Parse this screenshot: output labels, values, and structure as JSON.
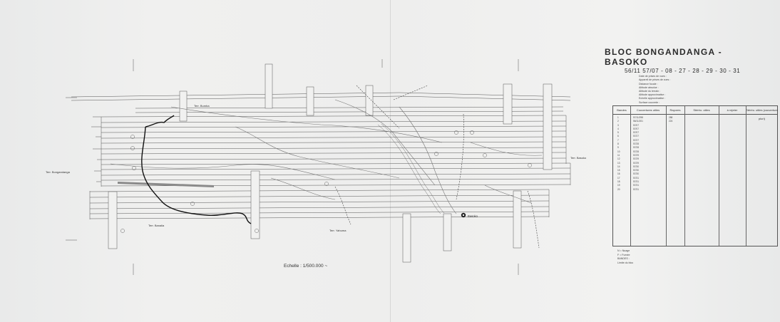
{
  "map": {
    "title": "BLOC BONGANDANGA - BASOKO",
    "subtitle": "56/11     57/07 - 08 - 27 - 28 - 29 - 30 - 31",
    "meta_lines": [
      "Date de prises de vues :",
      "Appareil de prises de vues :",
      "Distance focale :",
      "Altitude absolue :",
      "Altitude du terrain :",
      "Altitude approximative :",
      "Echelle approximative :",
      "Surface couverte :"
    ],
    "scale_label": "Echelle : 1/500.000 ~",
    "table_headers": [
      "Bandes",
      "Couvertures utiles",
      "Rayures",
      "Stéréo. utiles",
      "à rejeter",
      "Stéréo. utiles (couverture pluri)"
    ],
    "table_rows": [
      [
        "1",
        "57/11/298",
        "288",
        "",
        "",
        ""
      ],
      [
        "2",
        "56/11/201",
        "224",
        "",
        "",
        ""
      ],
      [
        "3",
        "57/07",
        "",
        "",
        "",
        ""
      ],
      [
        "4",
        "57/07",
        "",
        "",
        "",
        ""
      ],
      [
        "5",
        "57/07",
        "",
        "",
        "",
        ""
      ],
      [
        "6",
        "57/27",
        "",
        "",
        "",
        ""
      ],
      [
        "7",
        "57/27",
        "",
        "",
        "",
        ""
      ],
      [
        "8",
        "57/28",
        "",
        "",
        "",
        ""
      ],
      [
        "9",
        "57/28",
        "",
        "",
        "",
        ""
      ],
      [
        "10",
        "57/28",
        "",
        "",
        "",
        ""
      ],
      [
        "11",
        "57/29",
        "",
        "",
        "",
        ""
      ],
      [
        "12",
        "57/29",
        "",
        "",
        "",
        ""
      ],
      [
        "13",
        "57/29",
        "",
        "",
        "",
        ""
      ],
      [
        "14",
        "57/30",
        "",
        "",
        "",
        ""
      ],
      [
        "15",
        "57/30",
        "",
        "",
        "",
        ""
      ],
      [
        "16",
        "57/30",
        "",
        "",
        "",
        ""
      ],
      [
        "17",
        "57/31",
        "",
        "",
        "",
        ""
      ],
      [
        "18",
        "57/31",
        "",
        "",
        "",
        ""
      ],
      [
        "19",
        "57/31",
        "",
        "",
        "",
        ""
      ],
      [
        "20",
        "57/31",
        "",
        "",
        "",
        ""
      ]
    ],
    "legend_lines": [
      "N = Nuage",
      "F = Fumée",
      "BANDES :",
      "Limite du bloc"
    ],
    "territories": [
      "Terr. Bongandanga",
      "Terr. Basoko",
      "Terr. Bumba",
      "Terr. Yahuma",
      "Terr. Banalia"
    ],
    "town": "Basoko",
    "colors": {
      "ink": "#333333",
      "paper": "#eeeeed",
      "strip": "#8a8a8a",
      "river": "#111111"
    }
  }
}
